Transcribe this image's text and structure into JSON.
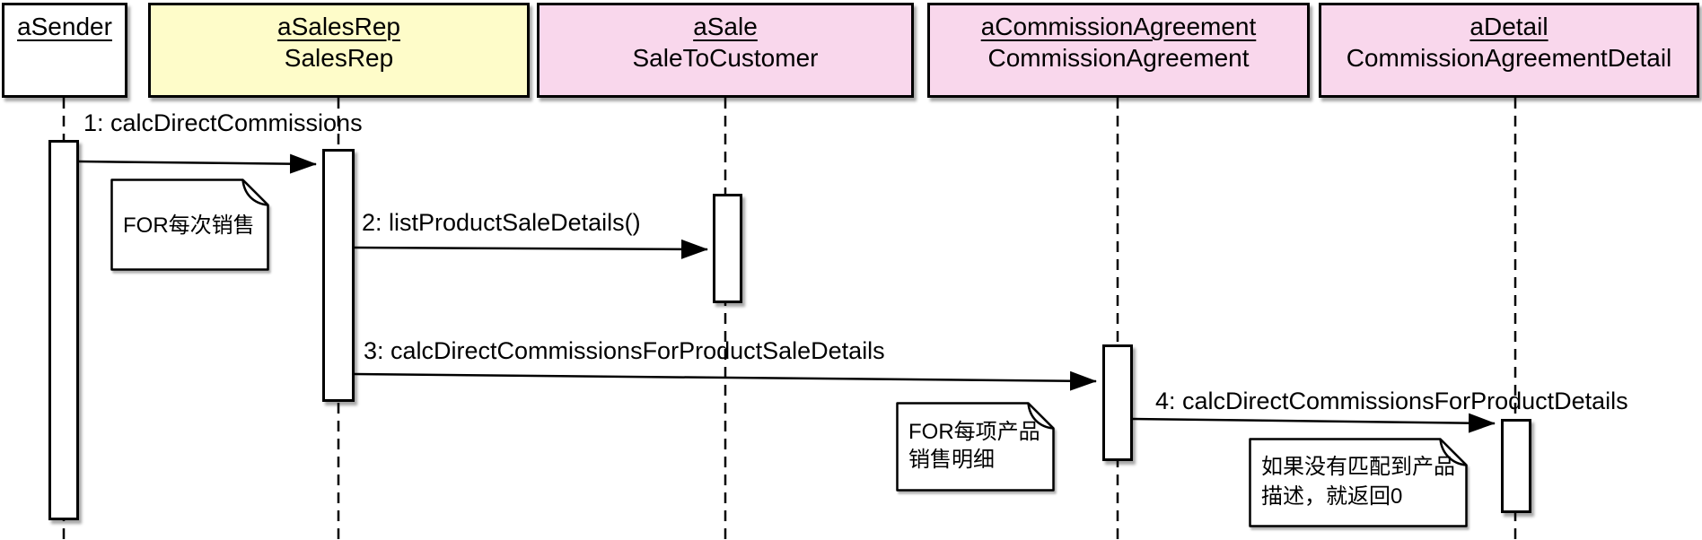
{
  "diagram_type": "uml-sequence-diagram",
  "colors": {
    "actor_fill": "#FFFFFF",
    "salesrep_fill": "#FEFCC9",
    "object_fill": "#F9D7EC",
    "border": "#000000",
    "text": "#000000"
  },
  "lifelines": [
    {
      "name": "aSender",
      "class_name": ""
    },
    {
      "name": "aSalesRep",
      "class_name": "SalesRep"
    },
    {
      "name": "aSale",
      "class_name": "SaleToCustomer"
    },
    {
      "name": "aCommissionAgreement",
      "class_name": "CommissionAgreement"
    },
    {
      "name": "aDetail",
      "class_name": "CommissionAgreementDetail"
    }
  ],
  "messages": [
    {
      "label": "1: calcDirectCommissions",
      "from": "aSender",
      "to": "aSalesRep"
    },
    {
      "label": "2: listProductSaleDetails()",
      "from": "aSalesRep",
      "to": "aSale"
    },
    {
      "label": "3: calcDirectCommissionsForProductSaleDetails",
      "from": "aSalesRep",
      "to": "aCommissionAgreement"
    },
    {
      "label": "4: calcDirectCommissionsForProductDetails",
      "from": "aCommissionAgreement",
      "to": "aDetail"
    }
  ],
  "notes": [
    {
      "line1": "FOR每次销售",
      "line2": ""
    },
    {
      "line1": "FOR每项产品",
      "line2": "销售明细"
    },
    {
      "line1": "如果没有匹配到产品",
      "line2": "描述，就返回0"
    }
  ]
}
